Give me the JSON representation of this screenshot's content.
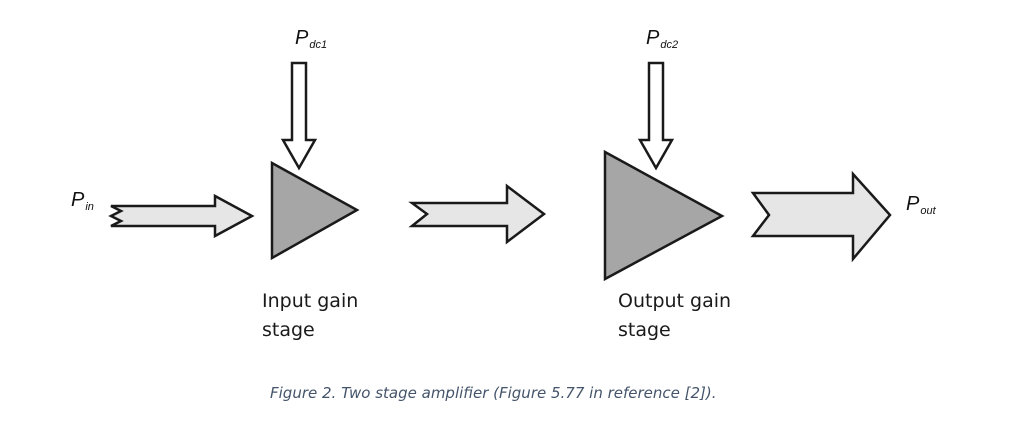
{
  "diagram": {
    "signals": {
      "input": {
        "symbol": "P",
        "subscript": "in"
      },
      "dc1": {
        "symbol": "P",
        "subscript": "dc1"
      },
      "dc2": {
        "symbol": "P",
        "subscript": "dc2"
      },
      "output": {
        "symbol": "P",
        "subscript": "out"
      }
    },
    "stages": {
      "input": {
        "line1": "Input gain",
        "line2": "stage"
      },
      "output": {
        "line1": "Output gain",
        "line2": "stage"
      }
    },
    "colors": {
      "arrow_fill": "#e6e6e6",
      "triangle_fill": "#a6a6a6",
      "stroke": "#1a1a1a",
      "caption": "#44546a"
    }
  },
  "caption": "Figure 2. Two stage amplifier (Figure 5.77 in reference [2])."
}
